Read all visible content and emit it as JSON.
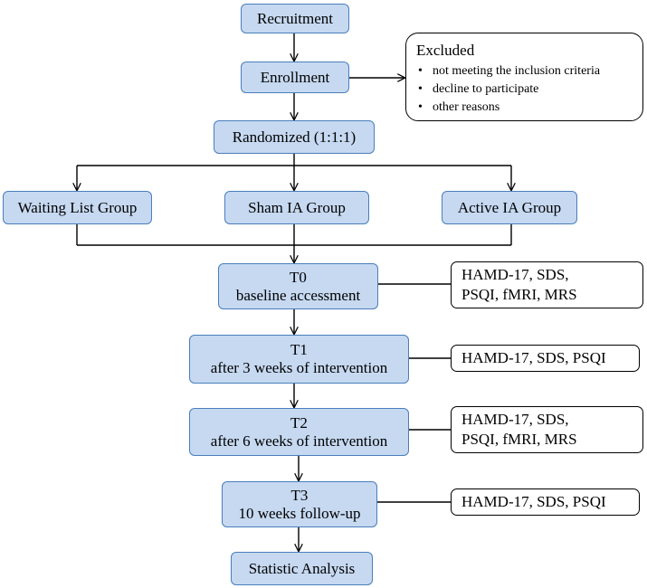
{
  "nodes": {
    "recruitment": "Recruitment",
    "enrollment": "Enrollment",
    "randomized": "Randomized (1:1:1)",
    "waiting_list": "Waiting List Group",
    "sham_ia": "Sham IA Group",
    "active_ia": "Active IA Group",
    "t0": {
      "line1": "T0",
      "line2": "baseline accessment"
    },
    "t1": {
      "line1": "T1",
      "line2": "after 3 weeks of intervention"
    },
    "t2": {
      "line1": "T2",
      "line2": "after 6 weeks of intervention"
    },
    "t3": {
      "line1": "T3",
      "line2": "10 weeks follow-up"
    },
    "statistic": "Statistic Analysis"
  },
  "excluded": {
    "title": "Excluded",
    "items": [
      "not meeting the inclusion criteria",
      "decline to participate",
      "other reasons"
    ]
  },
  "assessments": {
    "t0": {
      "line1": "HAMD-17, SDS,",
      "line2": "PSQI, fMRI, MRS"
    },
    "t1": {
      "line1": "HAMD-17, SDS, PSQI"
    },
    "t2": {
      "line1": "HAMD-17, SDS,",
      "line2": "PSQI, fMRI, MRS"
    },
    "t3": {
      "line1": "HAMD-17, SDS, PSQI"
    }
  },
  "colors": {
    "node_fill": "#c6d9f1",
    "node_border": "#4a7ebb",
    "line": "#000000"
  }
}
